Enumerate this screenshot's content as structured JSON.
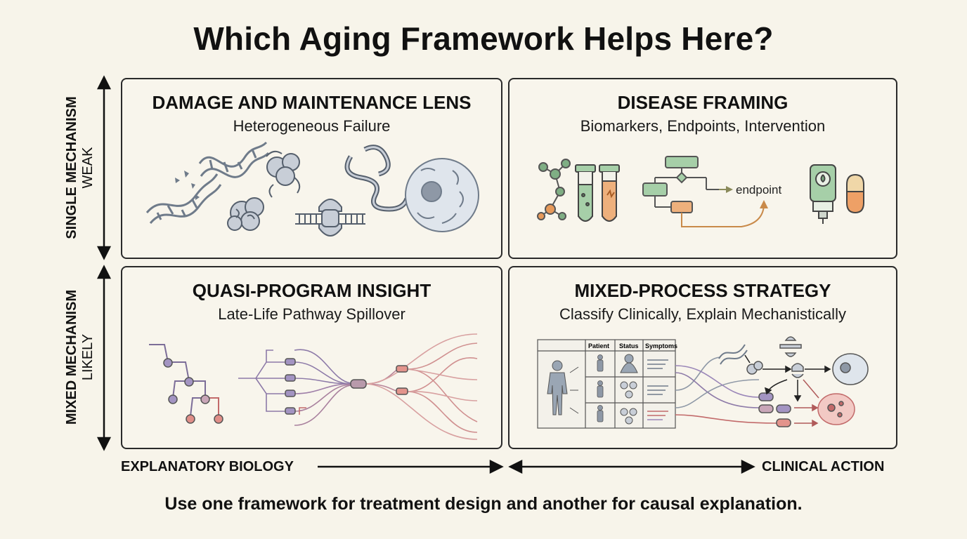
{
  "title": "Which Aging Framework Helps Here?",
  "y_axis": {
    "top": {
      "bold": "SINGLE MECHANISM",
      "regular": "WEAK"
    },
    "bottom": {
      "bold": "MIXED MECHANISM",
      "regular": "LIKELY"
    }
  },
  "x_axis": {
    "left": "EXPLANATORY BIOLOGY",
    "right": "CLINICAL ACTION"
  },
  "panels": {
    "top_left": {
      "title": "DAMAGE AND MAINTENANCE LENS",
      "subtitle": "Heterogeneous Failure"
    },
    "top_right": {
      "title": "DISEASE FRAMING",
      "subtitle": "Biomarkers, Endpoints, Intervention",
      "endpoint_label": "endpoint"
    },
    "bottom_left": {
      "title": "QUASI-PROGRAM INSIGHT",
      "subtitle": "Late-Life Pathway Spillover"
    },
    "bottom_right": {
      "title": "MIXED-PROCESS STRATEGY",
      "subtitle": "Classify Clinically, Explain Mechanistically",
      "table_headers": [
        "Patient",
        "Status",
        "Symptoms"
      ]
    }
  },
  "footer": "Use one framework for treatment design and another for causal explanation.",
  "colors": {
    "green": "#7fae84",
    "orange": "#e6995a",
    "purple": "#9a86b8",
    "red": "#d9807a",
    "gray": "#8e98a6"
  }
}
